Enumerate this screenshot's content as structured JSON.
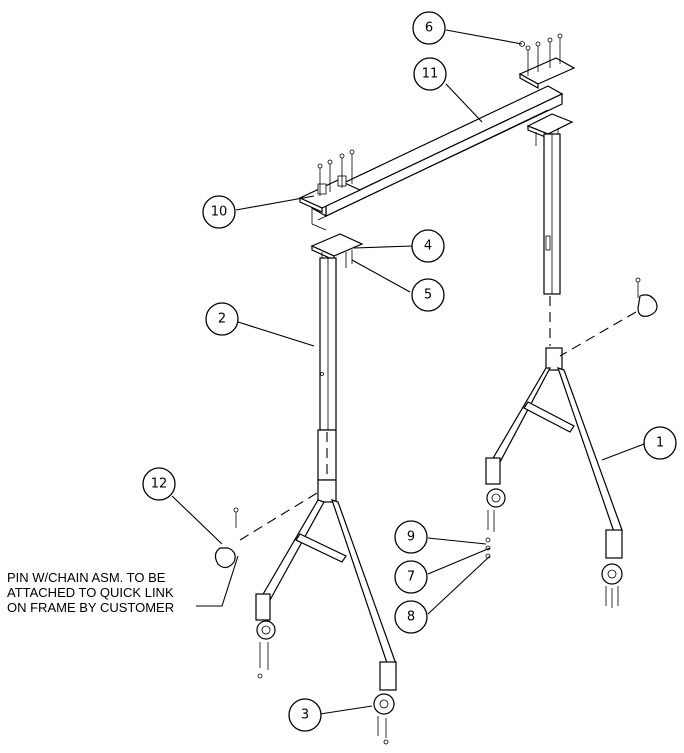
{
  "callouts": [
    {
      "label": "1"
    },
    {
      "label": "2"
    },
    {
      "label": "3"
    },
    {
      "label": "4"
    },
    {
      "label": "5"
    },
    {
      "label": "6"
    },
    {
      "label": "7"
    },
    {
      "label": "8"
    },
    {
      "label": "9"
    },
    {
      "label": "10"
    },
    {
      "label": "11"
    },
    {
      "label": "12"
    }
  ],
  "note": {
    "lines": [
      "PIN W/CHAIN ASM. TO BE",
      "ATTACHED TO QUICK LINK",
      "ON FRAME BY CUSTOMER"
    ]
  },
  "colors": {
    "line": "#000000",
    "background": "#ffffff"
  }
}
